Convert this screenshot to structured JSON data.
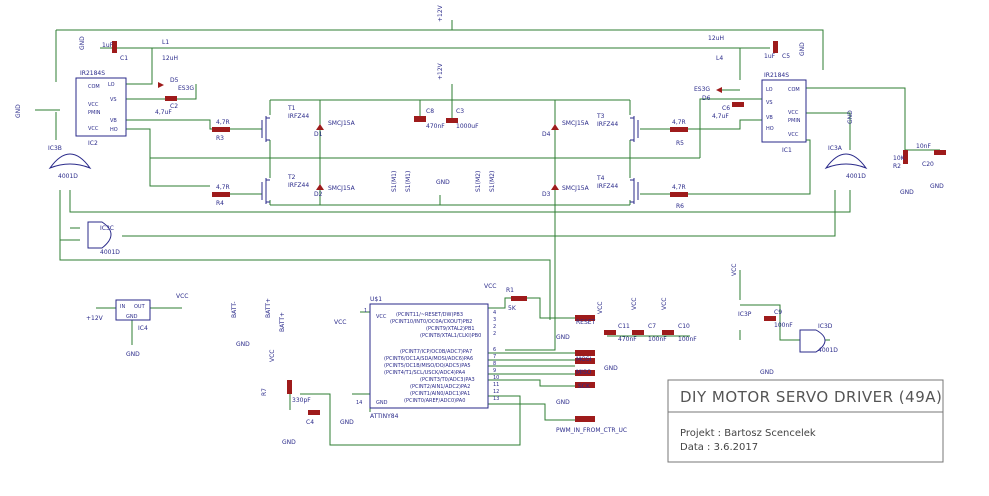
{
  "title_block": {
    "title": "DIY MOTOR SERVO DRIVER (49A)",
    "project": "Projekt : Bartosz Scencelek",
    "date": "Data : 3.6.2017"
  },
  "supply_labels": {
    "top": "+12V",
    "mid": "+12V",
    "reg_in": "+12V",
    "reg_out": "VCC"
  },
  "gnd": "GND",
  "vcc": "VCC",
  "drivers": [
    {
      "name": "IR2184S",
      "ref": "IC2",
      "pins": [
        "COM",
        "LO",
        "VS",
        "VB",
        "HO",
        "VCC",
        "VCC",
        "PMIN"
      ]
    },
    {
      "name": "IR2184S",
      "ref": "IC1",
      "pins": [
        "COM",
        "LO",
        "VS",
        "VB",
        "HO",
        "VCC",
        "VCC",
        "PMIN"
      ]
    }
  ],
  "mosfets": [
    {
      "ref": "T1",
      "part": "IRFZ44"
    },
    {
      "ref": "T2",
      "part": "IRFZ44"
    },
    {
      "ref": "T3",
      "part": "IRFZ44"
    },
    {
      "ref": "T4",
      "part": "IRFZ44"
    }
  ],
  "resistors": [
    {
      "ref": "R3",
      "val": "4,7R"
    },
    {
      "ref": "R4",
      "val": "4,7R"
    },
    {
      "ref": "R5",
      "val": "4,7R"
    },
    {
      "ref": "R6",
      "val": "4,7R"
    },
    {
      "ref": "R1",
      "val": "5K"
    },
    {
      "ref": "R2",
      "val": "10K"
    }
  ],
  "diodes": [
    {
      "ref": "D1",
      "part": "SMCJ15A"
    },
    {
      "ref": "D2",
      "part": "SMCJ15A"
    },
    {
      "ref": "D3",
      "part": "SMCJ15A"
    },
    {
      "ref": "D4",
      "part": "SMCJ15A"
    },
    {
      "ref": "D5",
      "part": "ES3G"
    },
    {
      "ref": "D6",
      "part": "ES3G"
    }
  ],
  "caps": [
    {
      "ref": "C1",
      "val": "1uF"
    },
    {
      "ref": "C2",
      "val": "4,7uF"
    },
    {
      "ref": "C3",
      "val": "1000uF"
    },
    {
      "ref": "C8",
      "val": "470nF"
    },
    {
      "ref": "C4",
      "val": "330pF"
    },
    {
      "ref": "C5",
      "val": "1uF"
    },
    {
      "ref": "C6",
      "val": "4,7uF"
    },
    {
      "ref": "C7",
      "val": "100nF"
    },
    {
      "ref": "C9",
      "val": "100nF"
    },
    {
      "ref": "C10",
      "val": "100nF"
    },
    {
      "ref": "C11",
      "val": "470nF"
    },
    {
      "ref": "C20",
      "val": "10nF"
    }
  ],
  "inductors": [
    {
      "ref": "L1",
      "val": "12uH"
    },
    {
      "ref": "L4",
      "val": "12uH"
    }
  ],
  "gates": [
    {
      "ref": "IC3A",
      "part": "4001D"
    },
    {
      "ref": "IC3B",
      "part": "4001D"
    },
    {
      "ref": "IC3C",
      "part": "4001D"
    },
    {
      "ref": "IC3D",
      "part": "4001D"
    },
    {
      "ref": "IC3P",
      "part": ""
    }
  ],
  "regulator": {
    "ref": "IC4",
    "in": "IN",
    "out": "OUT",
    "gnd": "GND"
  },
  "mcu": {
    "ref": "U$1",
    "part": "ATTINY84",
    "left_pins": [
      {
        "num": "1",
        "name": "VCC"
      },
      {
        "num": "14",
        "name": "GND"
      }
    ],
    "right_pins": [
      {
        "num": "4",
        "name": "(PCINT11/~RESET/DW)PB3"
      },
      {
        "num": "3",
        "name": "(PCINT10/INT0/OC0A/CKOUT)PB2"
      },
      {
        "num": "2",
        "name": "(PCINT9/XTAL2)PB1"
      },
      {
        "num": "2",
        "name": "(PCINT8/XTAL1/CLKI)PB0"
      },
      {
        "num": "6",
        "name": "(PCINT7/ICP/OC0B/ADC7)PA7"
      },
      {
        "num": "7",
        "name": "(PCINT6/OC1A/SDA/MOSI/ADC6)PA6"
      },
      {
        "num": "8",
        "name": "(PCINT5/OC1B/MISO/DO/ADC5)PA5"
      },
      {
        "num": "9",
        "name": "(PCINT4/T1/SCL/USCK/ADC4)PA4"
      },
      {
        "num": "10",
        "name": "(PCINT3/T0/ADC3)PA3"
      },
      {
        "num": "11",
        "name": "(PCINT2/AIN1/ADC2)PA2"
      },
      {
        "num": "12",
        "name": "(PCINT1/AIN0/ADC1)PA1"
      },
      {
        "num": "13",
        "name": "(PCINT0/AREF/ADC0)PA0"
      }
    ]
  },
  "connectors": {
    "reset": "RESET",
    "mosi": "MOSI",
    "miso": "MISO",
    "sck": "SCK",
    "pwm": "PWM_IN_FROM_CTR_UC",
    "s1_a": "S1(M1)",
    "s1_b": "S1(M1)",
    "s2_a": "S1(M2)",
    "s2_b": "S1(M2)",
    "batt_minus": "BATT-",
    "batt_plus": "BATT+",
    "batt_plus2": "BATT+"
  },
  "pot": {
    "ref": "R7"
  }
}
